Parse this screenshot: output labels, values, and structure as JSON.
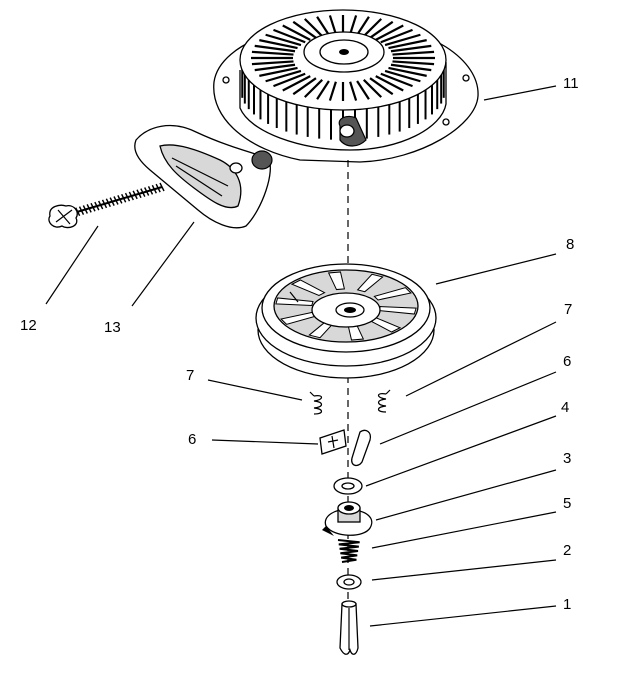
{
  "callouts": [
    {
      "id": "11",
      "label": "11"
    },
    {
      "id": "8",
      "label": "8"
    },
    {
      "id": "7a",
      "label": "7"
    },
    {
      "id": "7b",
      "label": "7"
    },
    {
      "id": "6a",
      "label": "6"
    },
    {
      "id": "6b",
      "label": "6"
    },
    {
      "id": "4",
      "label": "4"
    },
    {
      "id": "3",
      "label": "3"
    },
    {
      "id": "5",
      "label": "5"
    },
    {
      "id": "2",
      "label": "2"
    },
    {
      "id": "1",
      "label": "1"
    },
    {
      "id": "12",
      "label": "12"
    },
    {
      "id": "13",
      "label": "13"
    }
  ]
}
